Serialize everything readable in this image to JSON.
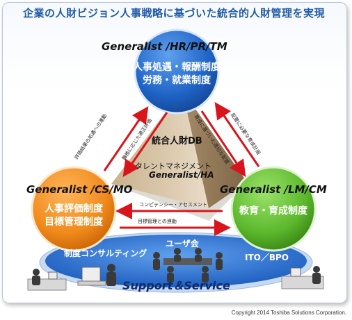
{
  "title": "企業の人財ビジョン人事戦略に基づいた統合的人財管理を実現",
  "top_node": {
    "heading": "Generalist /HR/PR/TM",
    "line1": "人事処遇・報酬制度",
    "line2": "労務・就業制度"
  },
  "left_node": {
    "heading": "Generalist /CS/MO",
    "line1": "人事評価制度",
    "line2": "目標管理制度"
  },
  "right_node": {
    "heading": "Generalist /LM/CM",
    "line1": "教育・育成制度"
  },
  "pyramid": {
    "db_label": "統合人財DB",
    "talent_label": "タレントマネジメント",
    "ha_label": "Generalist/HA"
  },
  "arrows": {
    "left_outer": "評価結果の処遇への連動",
    "left_inner": "職務に応じた適正評価",
    "right_outer": "配置に必要な育成計画",
    "right_inner": "育成に基づいた適切な配置",
    "bottom_top": "コンピテンシー・アセスメント",
    "bottom_bottom": "目標管理との連動"
  },
  "support": {
    "user_group": "ユーザ会",
    "consulting": "制度コンサルティング",
    "ito_bpo": "ITO／BPO",
    "service": "Support＆Service"
  },
  "copyright": "Copyright 2014 Toshiba Solutions Corporation.",
  "colors": {
    "blue": "#1f63c6",
    "orange": "#f08a1c",
    "green": "#5cb82c",
    "red": "#d8141c",
    "title_blue": "#1f5aa6"
  }
}
